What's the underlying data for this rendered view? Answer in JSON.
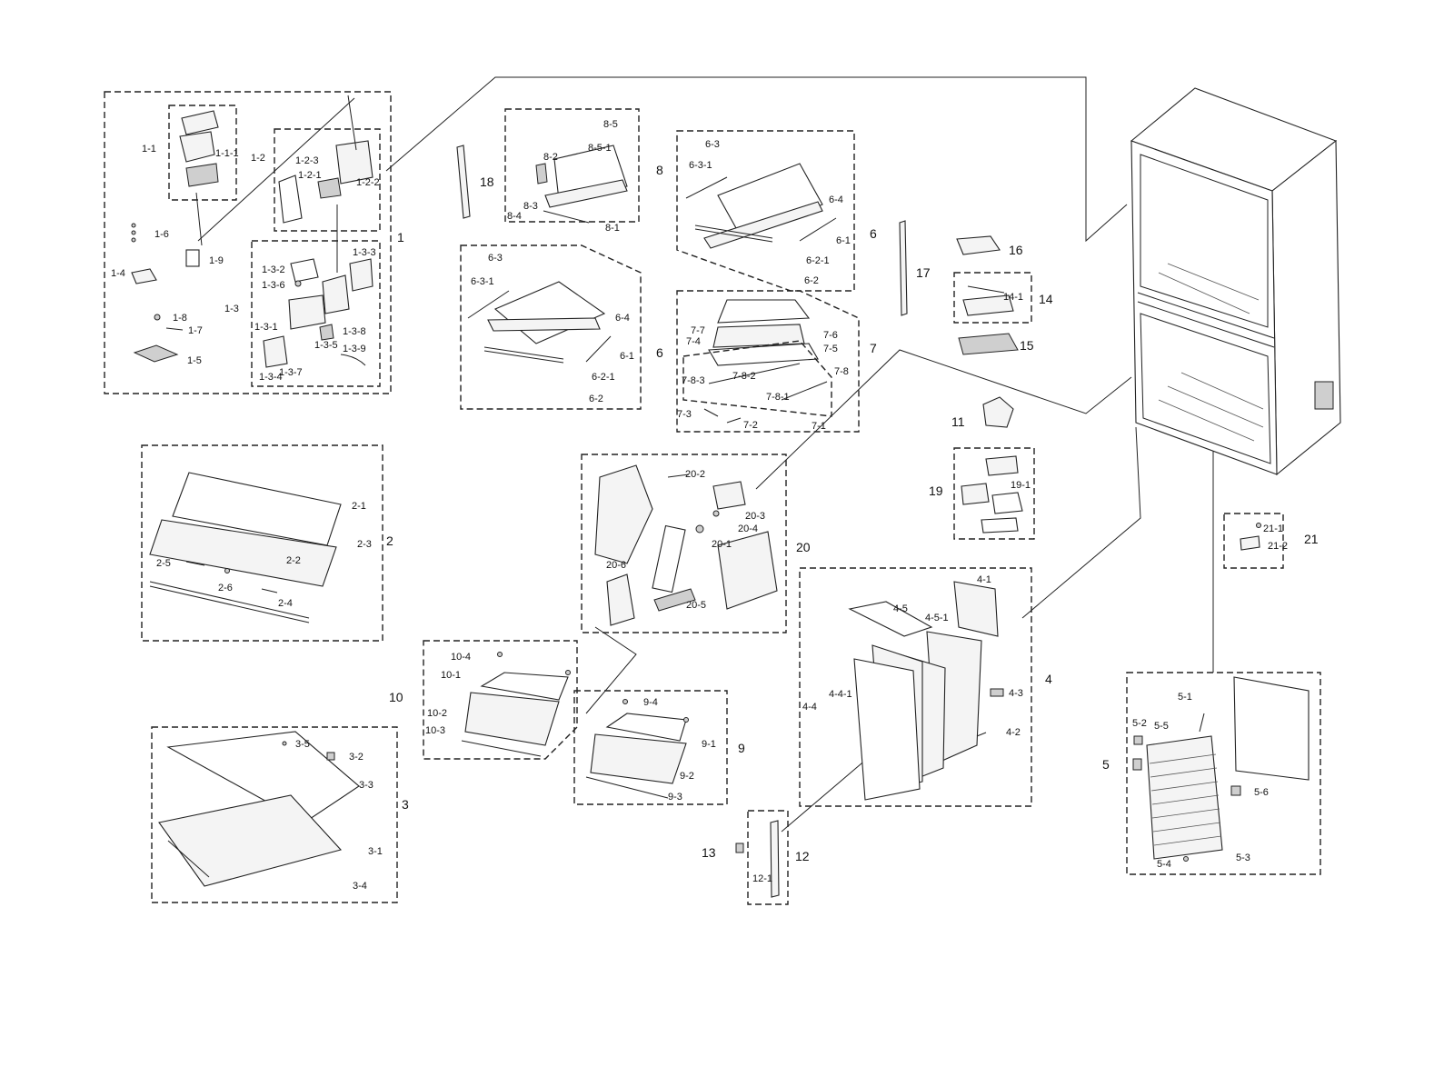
{
  "groups": [
    {
      "id": "1",
      "labels": [
        "1-1",
        "1-1-1",
        "1-2",
        "1-2-1",
        "1-2-2",
        "1-2-3",
        "1-3",
        "1-3-1",
        "1-3-2",
        "1-3-3",
        "1-3-4",
        "1-3-5",
        "1-3-6",
        "1-3-7",
        "1-3-8",
        "1-3-9",
        "1-4",
        "1-5",
        "1-6",
        "1-7",
        "1-8",
        "1-9"
      ]
    },
    {
      "id": "2",
      "labels": [
        "2-1",
        "2-2",
        "2-3",
        "2-4",
        "2-5",
        "2-6"
      ]
    },
    {
      "id": "3",
      "labels": [
        "3-1",
        "3-2",
        "3-3",
        "3-4",
        "3-5"
      ]
    },
    {
      "id": "4",
      "labels": [
        "4-1",
        "4-2",
        "4-3",
        "4-4",
        "4-4-1",
        "4-5",
        "4-5-1"
      ]
    },
    {
      "id": "5",
      "labels": [
        "5-1",
        "5-2",
        "5-3",
        "5-4",
        "5-5",
        "5-6"
      ]
    },
    {
      "id": "6",
      "labels": [
        "6-1",
        "6-2",
        "6-2-1",
        "6-3",
        "6-3-1",
        "6-4"
      ]
    },
    {
      "id": "7",
      "labels": [
        "7-1",
        "7-2",
        "7-3",
        "7-4",
        "7-5",
        "7-6",
        "7-7",
        "7-8",
        "7-8-1",
        "7-8-2",
        "7-8-3"
      ]
    },
    {
      "id": "8",
      "labels": [
        "8-1",
        "8-2",
        "8-3",
        "8-4",
        "8-5",
        "8-5-1"
      ]
    },
    {
      "id": "9",
      "labels": [
        "9-1",
        "9-2",
        "9-3",
        "9-4"
      ]
    },
    {
      "id": "10",
      "labels": [
        "10-1",
        "10-2",
        "10-3",
        "10-4"
      ]
    },
    {
      "id": "12",
      "labels": [
        "12-1"
      ]
    },
    {
      "id": "14",
      "labels": [
        "14-1"
      ]
    },
    {
      "id": "19",
      "labels": [
        "19-1"
      ]
    },
    {
      "id": "20",
      "labels": [
        "20-1",
        "20-2",
        "20-3",
        "20-4",
        "20-5",
        "20-6"
      ]
    },
    {
      "id": "21",
      "labels": [
        "21-1",
        "21-2"
      ]
    }
  ],
  "standalone": [
    "11",
    "13",
    "15",
    "16",
    "17",
    "18"
  ],
  "labels": {
    "g1": "1",
    "g1_1": "1-1",
    "g1_1_1": "1-1-1",
    "g1_2": "1-2",
    "g1_2_1": "1-2-1",
    "g1_2_2": "1-2-2",
    "g1_2_3": "1-2-3",
    "g1_3": "1-3",
    "g1_3_1": "1-3-1",
    "g1_3_2": "1-3-2",
    "g1_3_3": "1-3-3",
    "g1_3_4": "1-3-4",
    "g1_3_5": "1-3-5",
    "g1_3_6": "1-3-6",
    "g1_3_7": "1-3-7",
    "g1_3_8": "1-3-8",
    "g1_3_9": "1-3-9",
    "g1_4": "1-4",
    "g1_5": "1-5",
    "g1_6": "1-6",
    "g1_7": "1-7",
    "g1_8": "1-8",
    "g1_9": "1-9",
    "g2": "2",
    "g2_1": "2-1",
    "g2_2": "2-2",
    "g2_3": "2-3",
    "g2_4": "2-4",
    "g2_5": "2-5",
    "g2_6": "2-6",
    "g3": "3",
    "g3_1": "3-1",
    "g3_2": "3-2",
    "g3_3": "3-3",
    "g3_4": "3-4",
    "g3_5": "3-5",
    "g4": "4",
    "g4_1": "4-1",
    "g4_2": "4-2",
    "g4_3": "4-3",
    "g4_4": "4-4",
    "g4_4_1": "4-4-1",
    "g4_5": "4-5",
    "g4_5_1": "4-5-1",
    "g5": "5",
    "g5_1": "5-1",
    "g5_2": "5-2",
    "g5_3": "5-3",
    "g5_4": "5-4",
    "g5_5": "5-5",
    "g5_6": "5-6",
    "g6": "6",
    "g6_1": "6-1",
    "g6_2": "6-2",
    "g6_2_1": "6-2-1",
    "g6_3": "6-3",
    "g6_3_1": "6-3-1",
    "g6_4": "6-4",
    "g7": "7",
    "g7_1": "7-1",
    "g7_2": "7-2",
    "g7_3": "7-3",
    "g7_4": "7-4",
    "g7_5": "7-5",
    "g7_6": "7-6",
    "g7_7": "7-7",
    "g7_8": "7-8",
    "g7_8_1": "7-8-1",
    "g7_8_2": "7-8-2",
    "g7_8_3": "7-8-3",
    "g8": "8",
    "g8_1": "8-1",
    "g8_2": "8-2",
    "g8_3": "8-3",
    "g8_4": "8-4",
    "g8_5": "8-5",
    "g8_5_1": "8-5-1",
    "g9": "9",
    "g9_1": "9-1",
    "g9_2": "9-2",
    "g9_3": "9-3",
    "g9_4": "9-4",
    "g10": "10",
    "g10_1": "10-1",
    "g10_2": "10-2",
    "g10_3": "10-3",
    "g10_4": "10-4",
    "g11": "11",
    "g12": "12",
    "g12_1": "12-1",
    "g13": "13",
    "g14": "14",
    "g14_1": "14-1",
    "g15": "15",
    "g16": "16",
    "g17": "17",
    "g18": "18",
    "g19": "19",
    "g19_1": "19-1",
    "g20": "20",
    "g20_1": "20-1",
    "g20_2": "20-2",
    "g20_3": "20-3",
    "g20_4": "20-4",
    "g20_5": "20-5",
    "g20_6": "20-6",
    "g21": "21",
    "g21_1": "21-1",
    "g21_2": "21-2"
  }
}
